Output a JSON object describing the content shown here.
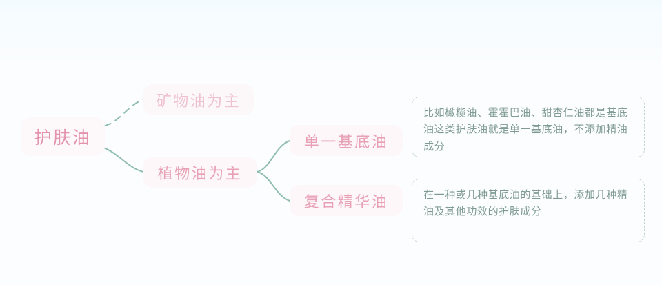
{
  "diagram": {
    "type": "mindmap",
    "title": "护肤油",
    "background_color": "#fbfdfe",
    "node_text_color": "#e8a0b6",
    "edge_color": "#8fbdae",
    "callout_border_color": "#bfd4cd",
    "callout_text_color": "#7f9b92"
  },
  "nodes": {
    "root": {
      "label": "护肤油",
      "level": 0
    },
    "branch_mineral": {
      "label": "矿物油为主",
      "level": 1,
      "edge_style": "dashed"
    },
    "branch_plant": {
      "label": "植物油为主",
      "level": 1,
      "edge_style": "solid"
    },
    "leaf_single": {
      "label": "单一基底油",
      "level": 2,
      "edge_style": "solid"
    },
    "leaf_blend": {
      "label": "复合精华油",
      "level": 2,
      "edge_style": "solid"
    }
  },
  "callouts": {
    "single_base_oil": {
      "text": "比如橄榄油、霍霍巴油、甜杏仁油都是基底油这类护肤油就是单一基底油，不添加精油成分"
    },
    "blend_essence_oil": {
      "text": "在一种或几种基底油的基础上，添加几种精油及其他功效的护肤成分"
    }
  }
}
